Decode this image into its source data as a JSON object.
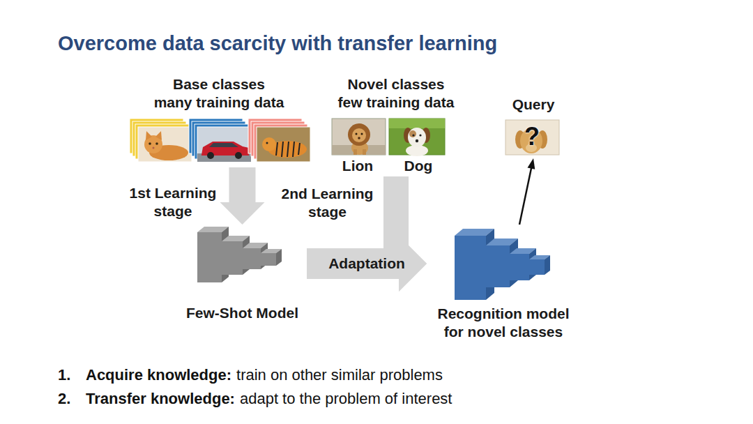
{
  "diagram": {
    "title": "Overcome data scarcity with transfer learning",
    "nodes": [
      {
        "text": [
          "Base classes many training data"
        ]
      },
      {
        "text": [
          "Novel classes few training data"
        ]
      },
      {
        "text": [
          "Lion"
        ],
        "in": 1
      },
      {
        "text": [
          "Dog"
        ],
        "in": 1
      },
      {
        "text": [
          "Query"
        ]
      },
      {
        "text": [
          "Few-Shot Model"
        ]
      },
      {
        "text": [
          "Recognition model for novel classes"
        ]
      }
    ],
    "edges": [
      {
        "from": 0,
        "to": 5,
        "label": "1st Learning stage",
        "arrow": "to"
      },
      {
        "from": 5,
        "to": 6,
        "label": "Adaptation",
        "arrow": "to"
      },
      {
        "from": 1,
        "to": 6,
        "label": "2nd Learning stage",
        "arrow": "to"
      },
      {
        "from": 6,
        "to": 4,
        "arrow": "to"
      }
    ],
    "labels": [
      "?",
      "1.",
      "Acquire knowledge:",
      "train on other similar problems",
      "2.",
      "Transfer knowledge:",
      "adapt to the problem of interest"
    ]
  }
}
